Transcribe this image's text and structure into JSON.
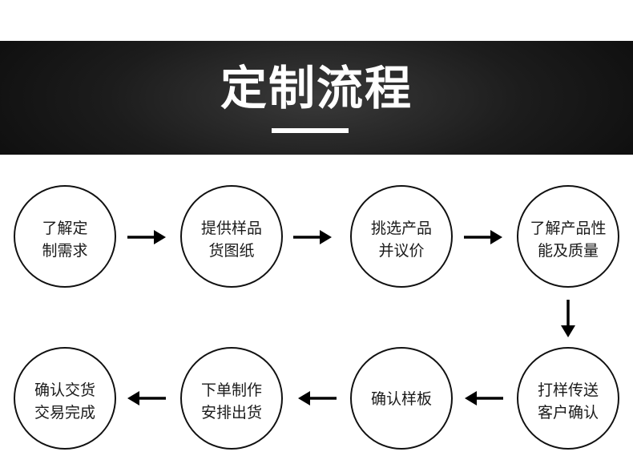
{
  "header": {
    "title": "定制流程"
  },
  "steps": [
    {
      "line1": "了解定",
      "line2": "制需求"
    },
    {
      "line1": "提供样品",
      "line2": "货图纸"
    },
    {
      "line1": "挑选产品",
      "line2": "并议价"
    },
    {
      "line1": "了解产品性",
      "line2": "能及质量"
    },
    {
      "line1": "打样传送",
      "line2": "客户确认"
    },
    {
      "line1": "确认样板",
      "line2": ""
    },
    {
      "line1": "下单制作",
      "line2": "安排出货"
    },
    {
      "line1": "确认交货",
      "line2": "交易完成"
    }
  ]
}
